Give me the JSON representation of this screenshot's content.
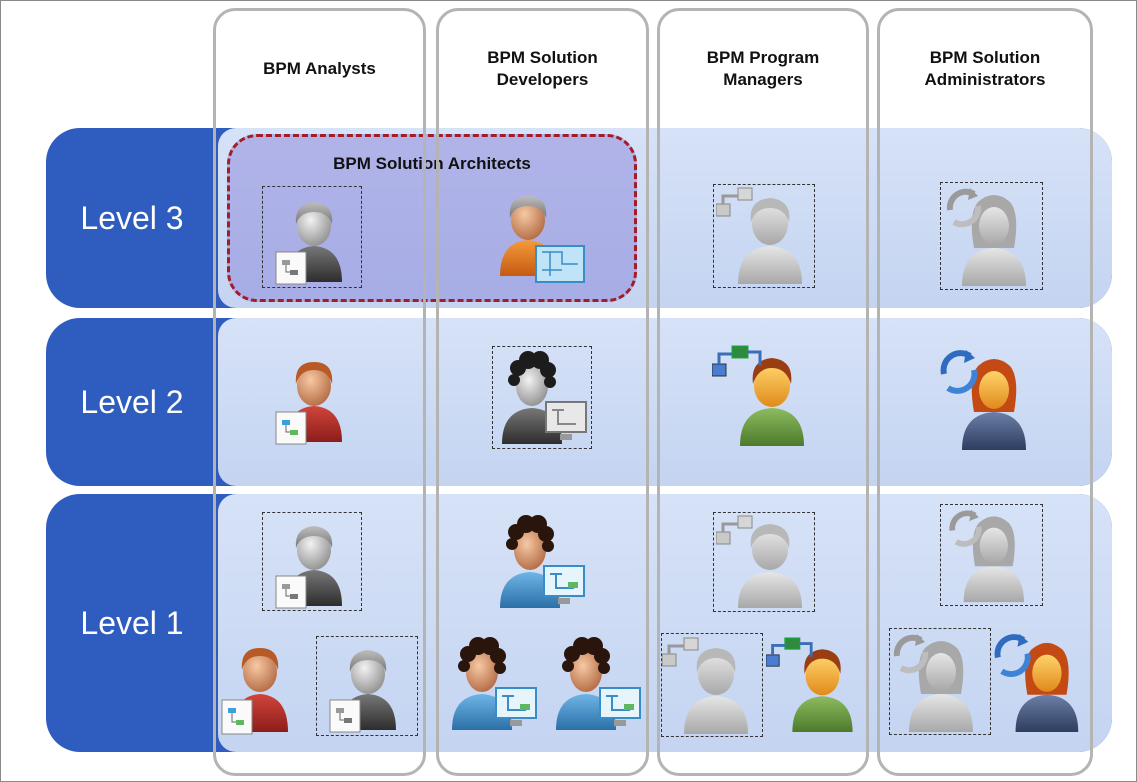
{
  "levels": [
    "Level 3",
    "Level 2",
    "Level 1"
  ],
  "columns": [
    {
      "header": "BPM Analysts"
    },
    {
      "header": "BPM Solution\nDevelopers"
    },
    {
      "header": "BPM Program\nManagers"
    },
    {
      "header": "BPM Solution\nAdministrators"
    }
  ],
  "overlay": {
    "title": "BPM Solution Architects"
  },
  "colors": {
    "level_band": "#2f5dbf",
    "cell_fill": "#cfdcf5",
    "architect_border": "#a41c28",
    "architect_fill": "#8a85d9",
    "column_outline": "#b4b4b4"
  },
  "icons": [
    {
      "role": "analyst",
      "style": "gray",
      "icon": "person-with-process-diagram-icon"
    },
    {
      "role": "analyst",
      "style": "color",
      "icon": "person-with-process-diagram-icon"
    },
    {
      "role": "developer",
      "style": "gray",
      "icon": "person-at-computer-icon"
    },
    {
      "role": "developer",
      "style": "color",
      "icon": "person-at-computer-icon"
    },
    {
      "role": "architect",
      "style": "color",
      "icon": "person-with-blueprint-icon"
    },
    {
      "role": "program-manager",
      "style": "gray",
      "icon": "person-with-flow-icon"
    },
    {
      "role": "program-manager",
      "style": "color",
      "icon": "person-with-flow-icon"
    },
    {
      "role": "administrator",
      "style": "gray",
      "icon": "person-with-cycle-arrows-icon"
    },
    {
      "role": "administrator",
      "style": "color",
      "icon": "person-with-cycle-arrows-icon"
    }
  ]
}
